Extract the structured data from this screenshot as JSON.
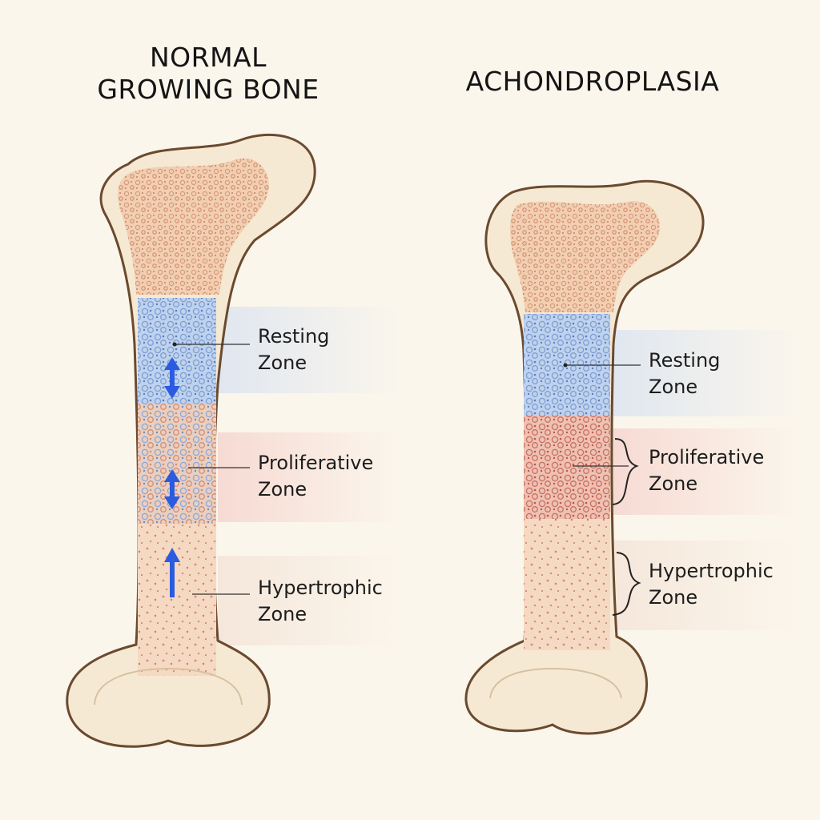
{
  "panels": {
    "normal": {
      "title_line1": "NORMAL",
      "title_line2": "GROWING BONE",
      "zones": {
        "resting": {
          "line1": "Resting",
          "line2": "Zone"
        },
        "proliferative": {
          "line1": "Proliferative",
          "line2": "Zone"
        },
        "hypertrophic": {
          "line1": "Hypertrophic",
          "line2": "Zone"
        }
      }
    },
    "achondroplasia": {
      "title": "ACHONDROPLASIA",
      "zones": {
        "resting": {
          "line1": "Resting",
          "line2": "Zone"
        },
        "proliferative": {
          "line1": "Proliferative",
          "line2": "Zone"
        },
        "hypertrophic": {
          "line1": "Hypertrophic",
          "line2": "Zone"
        }
      }
    }
  },
  "colors": {
    "background": "#fbf6ec",
    "bone_outline": "#6b4a2f",
    "bone_fill": "#f6e9d4",
    "spongy_bone": "#efc8a8",
    "resting_zone": "#b9cdea",
    "proliferative_zone": "#f0c4b8",
    "hypertrophic_zone": "#f4d8c0",
    "arrow": "#2b5be0"
  }
}
